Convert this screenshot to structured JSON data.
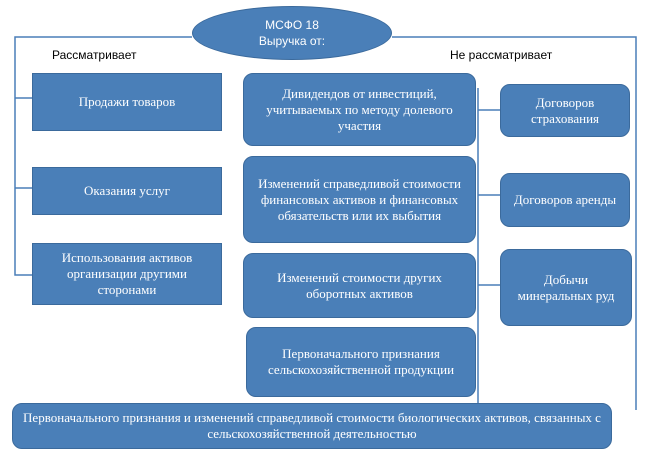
{
  "center": {
    "line1": "МСФО 18",
    "line2": "Выручка от:"
  },
  "left_label": "Рассматривает",
  "right_label": "Не рассматривает",
  "considers": [
    "Продажи товаров",
    "Оказания услуг",
    "Использования активов организации другими сторонами"
  ],
  "not_considers_middle": [
    "Дивидендов от инвестиций, учитываемых по методу долевого участия",
    "Изменений справедливой стоимости финансовых активов и финансовых обязательств или их выбытия",
    "Изменений стоимости других оборотных активов",
    "Первоначального признания сельскохозяйственной продукции"
  ],
  "not_considers_right": [
    "Договоров страхования",
    "Договоров аренды",
    "Добычи минеральных руд"
  ],
  "bottom": "Первоначального признания и изменений справедливой стоимости биологических активов, связанных с сельскохозяйственной деятельностью",
  "colors": {
    "box_fill": "#4a7fb8",
    "box_border": "#3b6a9c",
    "connector": "#4a7fb8"
  }
}
